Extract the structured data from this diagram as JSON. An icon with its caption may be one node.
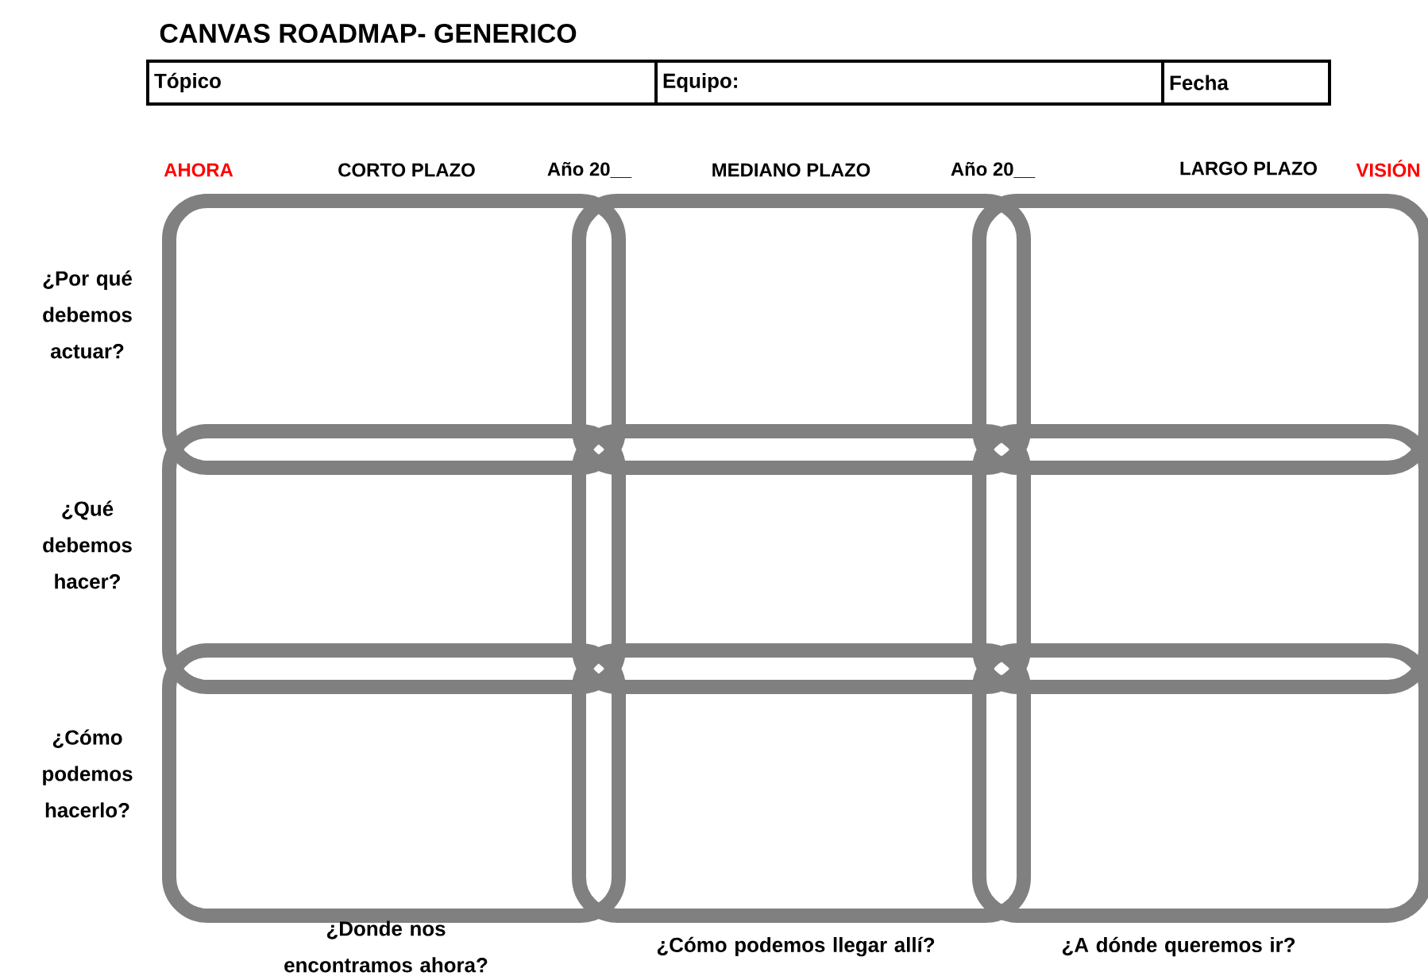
{
  "diagram": {
    "title": "CANVAS ROADMAP- GENERICO",
    "nodes": [
      {
        "text": [
          "Tópico"
        ]
      },
      {
        "text": [
          "Equipo:"
        ]
      },
      {
        "text": [
          "Fecha"
        ]
      },
      {
        "text": [],
        "shape": "box"
      },
      {
        "text": [],
        "shape": "box"
      },
      {
        "text": [],
        "shape": "box"
      },
      {
        "text": [],
        "shape": "box"
      },
      {
        "text": [],
        "shape": "box"
      },
      {
        "text": [],
        "shape": "box"
      },
      {
        "text": [],
        "shape": "box"
      },
      {
        "text": [],
        "shape": "box"
      },
      {
        "text": [],
        "shape": "box"
      }
    ],
    "edges": [],
    "labels": [
      "AHORA",
      "CORTO PLAZO",
      "Año 20__",
      "MEDIANO PLAZO",
      "Año 20__",
      "LARGO PLAZO",
      "VISIÓN",
      "¿Por qué debemos actuar?",
      "¿Qué debemos hacer?",
      "¿Cómo podemos hacerlo?",
      "¿Donde nos encontramos ahora?",
      "¿Cómo podemos llegar allí?",
      "¿A dónde queremos ir?"
    ]
  }
}
